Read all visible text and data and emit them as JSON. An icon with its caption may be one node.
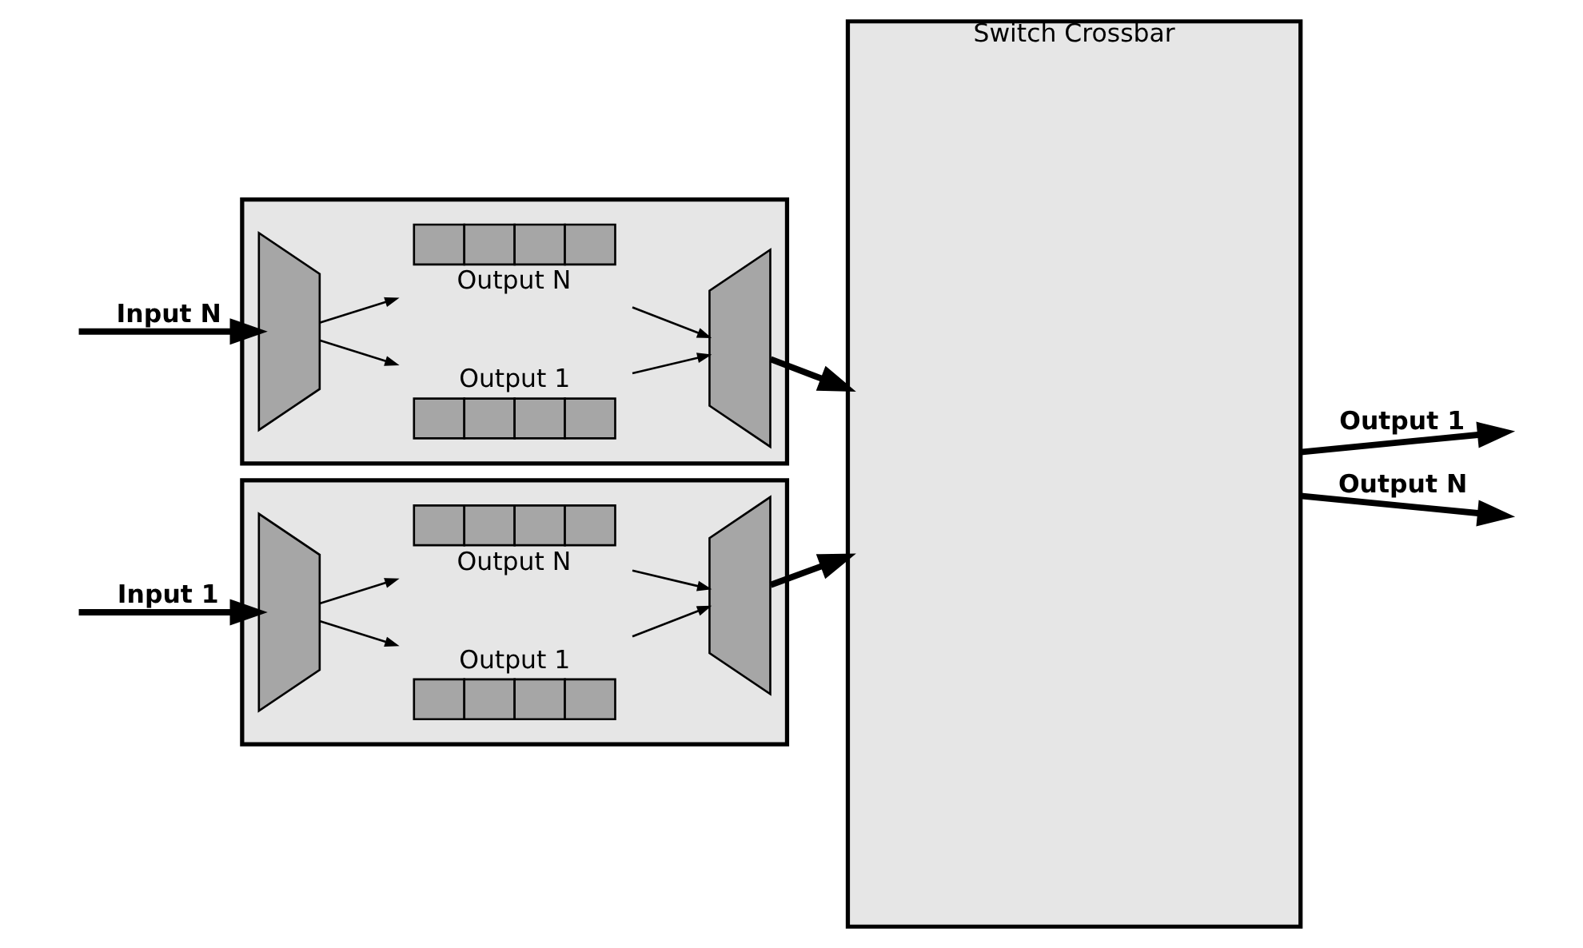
{
  "diagram": {
    "nodes": [
      {
        "text": [],
        "shape": "box"
      },
      {
        "text": [],
        "shape": "trapezoid",
        "in": 0
      },
      {
        "text": [
          "Output 1"
        ],
        "in": 0
      },
      {
        "text": [
          "Output N"
        ],
        "in": 0
      },
      {
        "text": [],
        "shape": "trapezoid",
        "in": 0
      },
      {
        "text": [],
        "shape": "box"
      },
      {
        "text": [],
        "shape": "trapezoid",
        "in": 5
      },
      {
        "text": [
          "Output 1"
        ],
        "in": 5
      },
      {
        "text": [
          "Output N"
        ],
        "in": 5
      },
      {
        "text": [],
        "shape": "trapezoid",
        "in": 5
      },
      {
        "text": [
          "Switch Crossbar"
        ]
      }
    ],
    "edges": [
      {
        "from": null,
        "to": 1,
        "arrow": "to",
        "label": "Input 1",
        "style": "thick"
      },
      {
        "from": 1,
        "to": 2,
        "arrow": "to"
      },
      {
        "from": 1,
        "to": 3,
        "arrow": "to"
      },
      {
        "from": 2,
        "to": 4,
        "arrow": "to"
      },
      {
        "from": 3,
        "to": 4,
        "arrow": "to"
      },
      {
        "from": 4,
        "to": 10,
        "arrow": "to",
        "style": "thick"
      },
      {
        "from": null,
        "to": 6,
        "arrow": "to",
        "label": "Input N",
        "style": "thick"
      },
      {
        "from": 6,
        "to": 7,
        "arrow": "to"
      },
      {
        "from": 6,
        "to": 8,
        "arrow": "to"
      },
      {
        "from": 7,
        "to": 9,
        "arrow": "to"
      },
      {
        "from": 8,
        "to": 9,
        "arrow": "to"
      },
      {
        "from": 9,
        "to": 10,
        "arrow": "to",
        "style": "thick"
      },
      {
        "from": 10,
        "to": null,
        "arrow": "to",
        "label": "Output 1",
        "style": "thick"
      },
      {
        "from": 10,
        "to": null,
        "arrow": "to",
        "label": "Output N",
        "style": "thick"
      }
    ]
  }
}
